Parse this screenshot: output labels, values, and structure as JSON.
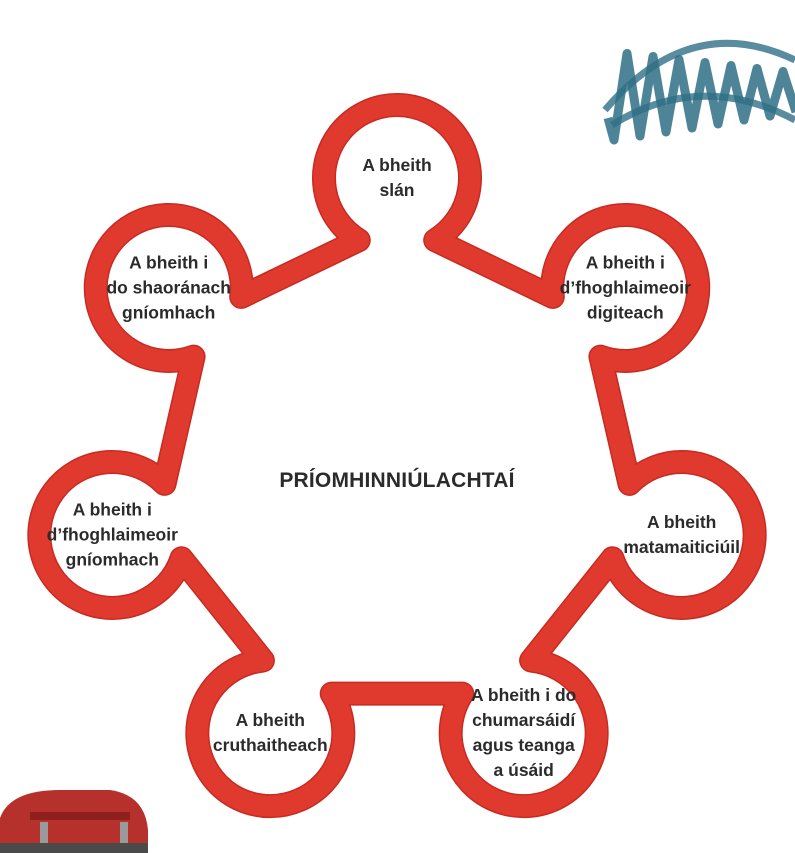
{
  "theme": {
    "ring_color": "#e03a2f",
    "ring_shade": "#c82a21",
    "text_color": "#2b2b2b",
    "scribble_color": "#2f6f86",
    "bag_color": "#b6312c"
  },
  "diagram": {
    "center_title": "PRÍOMHINNIÚLACHTAÍ",
    "competencies": [
      {
        "lines": [
          "A bheith",
          "slán"
        ]
      },
      {
        "lines": [
          "A bheith i",
          "d’fhoghlaimeoir",
          "digiteach"
        ]
      },
      {
        "lines": [
          "A bheith",
          "matamaiticiúil"
        ]
      },
      {
        "lines": [
          "A bheith i do",
          "chumarsáidí",
          "agus teanga",
          "a úsáid"
        ]
      },
      {
        "lines": [
          "A bheith",
          "cruthaitheach"
        ]
      },
      {
        "lines": [
          "A bheith i",
          "d’fhoghlaimeoir",
          "gníomhach"
        ]
      },
      {
        "lines": [
          "A bheith i",
          "do shaoránach",
          "gníomhach"
        ]
      }
    ]
  }
}
